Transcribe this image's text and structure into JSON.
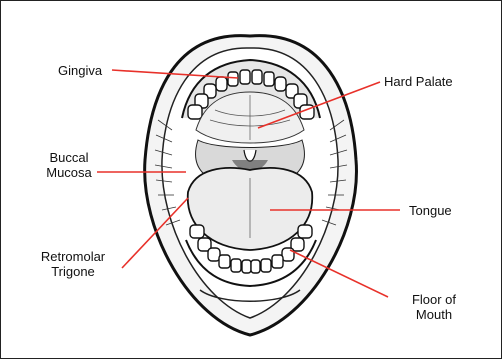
{
  "labels": {
    "gingiva": "Gingiva",
    "hard_palate": "Hard Palate",
    "buccal_mucosa_line1": "Buccal",
    "buccal_mucosa_line2": "Mucosa",
    "tongue": "Tongue",
    "retromolar_trigone_line1": "Retromolar",
    "retromolar_trigone_line2": "Trigone",
    "floor_of_mouth_line1": "Floor of",
    "floor_of_mouth_line2": "Mouth"
  },
  "colors": {
    "leader_line": "#e8312a",
    "outline": "#111111"
  }
}
